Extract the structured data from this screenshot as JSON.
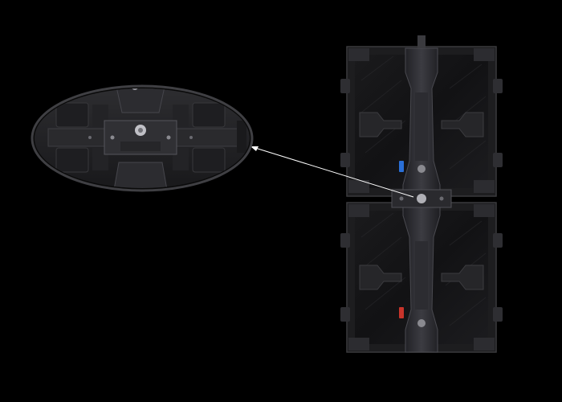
{
  "scene": {
    "subject": "led-display-cabinet-rear",
    "cabinet_count": 2,
    "callout": "magnified-connection-lock",
    "colors": {
      "background": "#000000",
      "frame": "#1d1d1f",
      "frame_edge": "#3a3a3d",
      "panel": "#141416",
      "panel_highlight": "#2a2a2d",
      "spine": "#26262a",
      "spine_highlight": "#4a4a50",
      "accent_blue": "#2a6fd6",
      "accent_red": "#c8342b",
      "pointer": "#ffffff"
    },
    "icons": [
      "blue-latch-icon",
      "red-latch-icon",
      "bolt-icon"
    ]
  }
}
